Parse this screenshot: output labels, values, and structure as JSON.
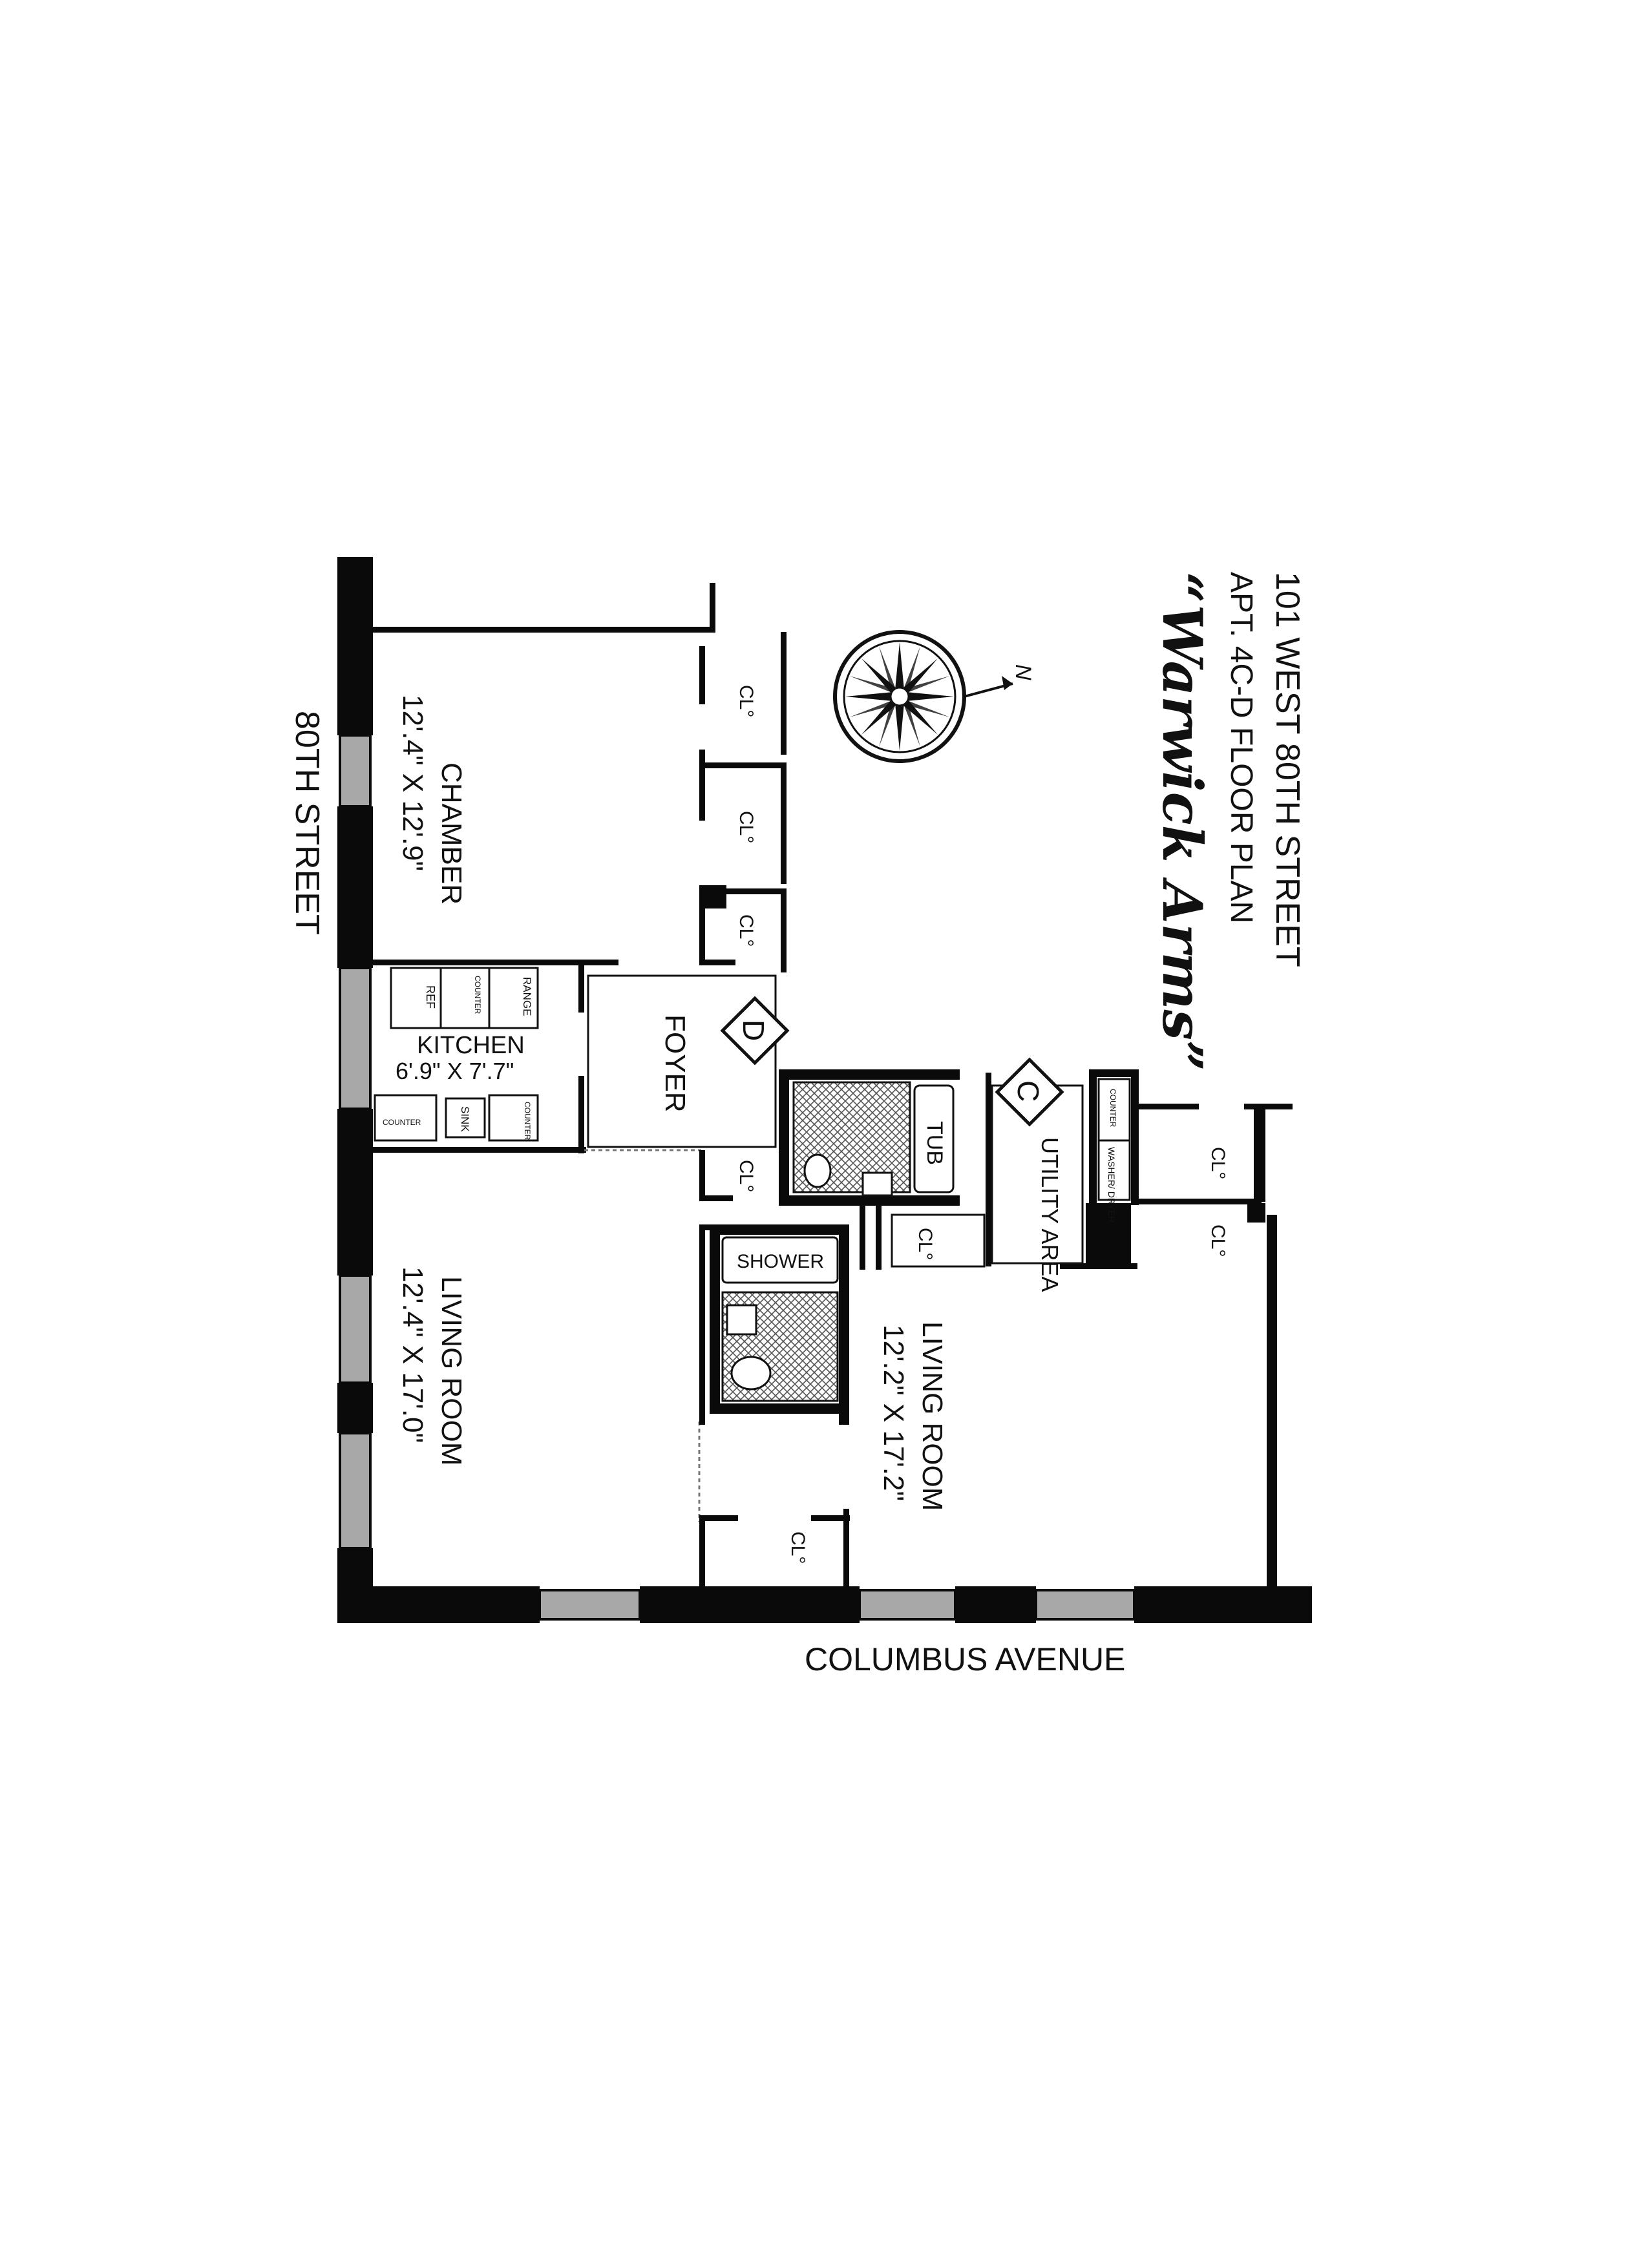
{
  "header": {
    "address": "101 WEST 80TH STREET",
    "plan": "APT. 4C-D FLOOR PLAN",
    "building": "“Warwick Arms”"
  },
  "streets": {
    "side_street": "80TH STREET",
    "avenue": "COLUMBUS AVENUE"
  },
  "rooms": {
    "chamber": {
      "name": "CHAMBER",
      "size": "12'.4\" X 12'.9\""
    },
    "kitchen": {
      "name": "KITCHEN",
      "size": "6'.9\" X 7'.7\""
    },
    "foyer": {
      "name": "FOYER"
    },
    "living_d": {
      "name": "LIVING ROOM",
      "size": "12'.4\" X 17'.0\""
    },
    "living_c": {
      "name": "LIVING ROOM",
      "size": "12'.2\" X 17'.2\""
    },
    "utility": {
      "name": "UTILITY AREA"
    }
  },
  "fixtures": {
    "ref": "REF",
    "counter": "COUNTER",
    "range": "RANGE",
    "sink": "SINK",
    "tub": "TUB",
    "shower": "SHOWER",
    "washer_dryer": "WASHER/ DRYER",
    "closet": "CL°"
  },
  "units": {
    "d": "D",
    "c": "C"
  },
  "compass": {
    "north": "N"
  }
}
